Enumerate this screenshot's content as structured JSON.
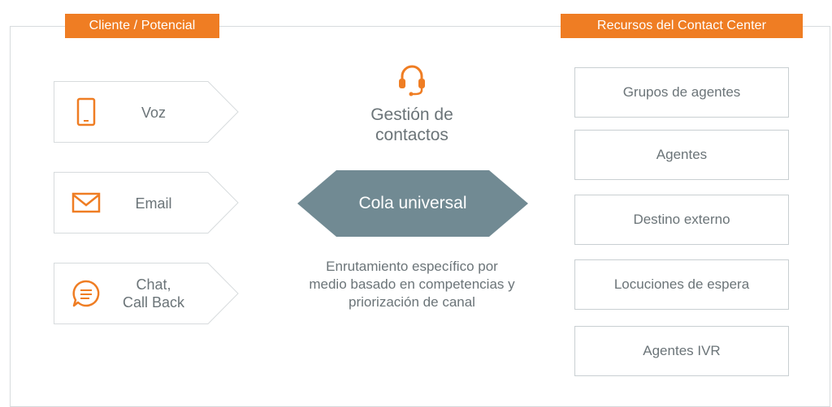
{
  "headers": {
    "left": "Cliente / Potencial",
    "right": "Recursos del Contact Center"
  },
  "channels": [
    {
      "label": "Voz",
      "icon": "phone-icon"
    },
    {
      "label": "Email",
      "icon": "email-icon"
    },
    {
      "label_line1": "Chat,",
      "label_line2": "Call Back",
      "icon": "chat-icon"
    }
  ],
  "center": {
    "icon": "headset-icon",
    "title_line1": "Gestión de",
    "title_line2": "contactos",
    "queue_label": "Cola universal",
    "routing_line1": "Enrutamiento específico por",
    "routing_line2": "medio basado en competencias y",
    "routing_line3": "priorización de canal"
  },
  "resources": [
    "Grupos de agentes",
    "Agentes",
    "Destino externo",
    "Locuciones de espera",
    "Agentes IVR"
  ],
  "colors": {
    "accent": "#ef7d23",
    "queue": "#718a93",
    "text": "#6b7478",
    "border": "#d7dbdd"
  }
}
